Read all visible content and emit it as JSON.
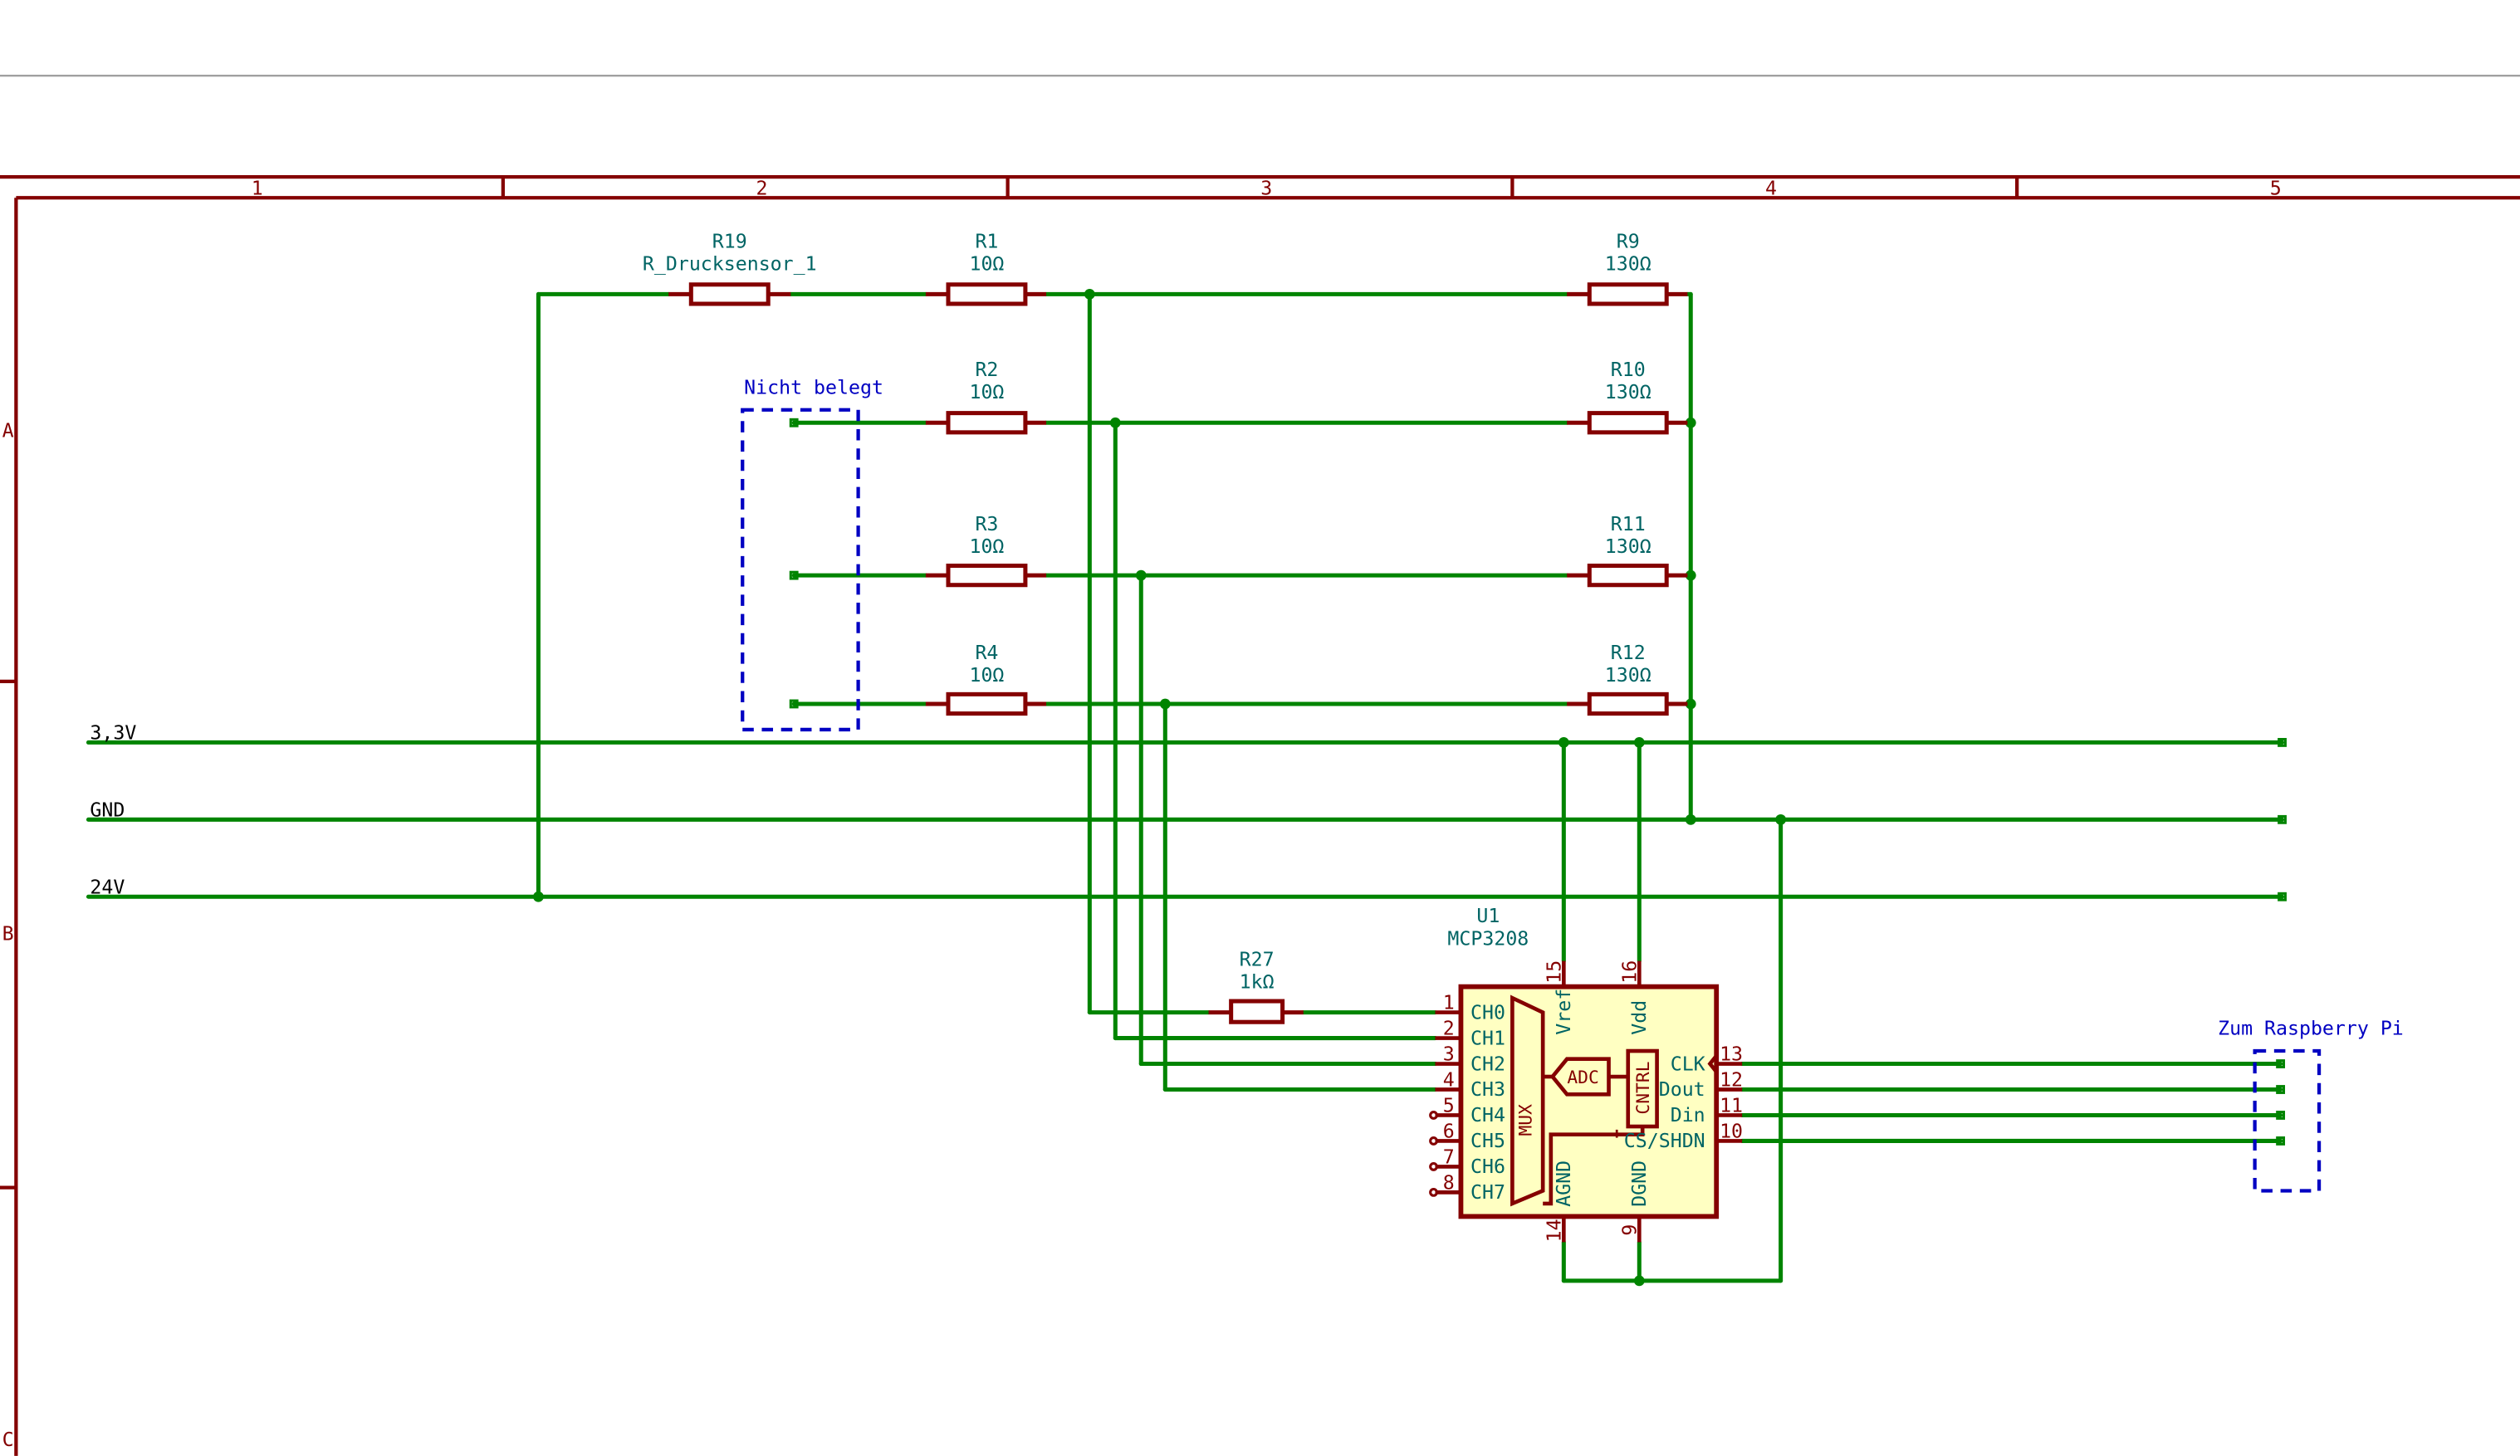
{
  "frame": {
    "columns": [
      "1",
      "2",
      "3",
      "4",
      "5"
    ],
    "rows": [
      "A",
      "B",
      "C"
    ]
  },
  "nets": {
    "v33": "3,3V",
    "gnd": "GND",
    "v24": "24V"
  },
  "resistors": {
    "R19": {
      "ref": "R19",
      "value": "R_Drucksensor_1"
    },
    "R1": {
      "ref": "R1",
      "value": "10Ω"
    },
    "R2": {
      "ref": "R2",
      "value": "10Ω"
    },
    "R3": {
      "ref": "R3",
      "value": "10Ω"
    },
    "R4": {
      "ref": "R4",
      "value": "10Ω"
    },
    "R9": {
      "ref": "R9",
      "value": "130Ω"
    },
    "R10": {
      "ref": "R10",
      "value": "130Ω"
    },
    "R11": {
      "ref": "R11",
      "value": "130Ω"
    },
    "R12": {
      "ref": "R12",
      "value": "130Ω"
    },
    "R27": {
      "ref": "R27",
      "value": "1kΩ"
    }
  },
  "notes": {
    "nicht_belegt": "Nicht belegt",
    "zum_pi": "Zum Raspberry Pi"
  },
  "ic": {
    "ref": "U1",
    "value": "MCP3208",
    "mux_label": "MUX",
    "adc_label": "ADC",
    "cntrl_label": "CNTRL",
    "left_pins": [
      {
        "num": "1",
        "name": "CH0"
      },
      {
        "num": "2",
        "name": "CH1"
      },
      {
        "num": "3",
        "name": "CH2"
      },
      {
        "num": "4",
        "name": "CH3"
      },
      {
        "num": "5",
        "name": "CH4"
      },
      {
        "num": "6",
        "name": "CH5"
      },
      {
        "num": "7",
        "name": "CH6"
      },
      {
        "num": "8",
        "name": "CH7"
      }
    ],
    "right_pins": [
      {
        "num": "13",
        "name": "CLK"
      },
      {
        "num": "12",
        "name": "Dout"
      },
      {
        "num": "11",
        "name": "Din"
      },
      {
        "num": "10",
        "name": "CS/SHDN"
      }
    ],
    "top_pins": [
      {
        "num": "15",
        "name": "Vref"
      },
      {
        "num": "16",
        "name": "Vdd"
      }
    ],
    "bottom_pins": [
      {
        "num": "14",
        "name": "AGND"
      },
      {
        "num": "9",
        "name": "DGND"
      }
    ]
  }
}
